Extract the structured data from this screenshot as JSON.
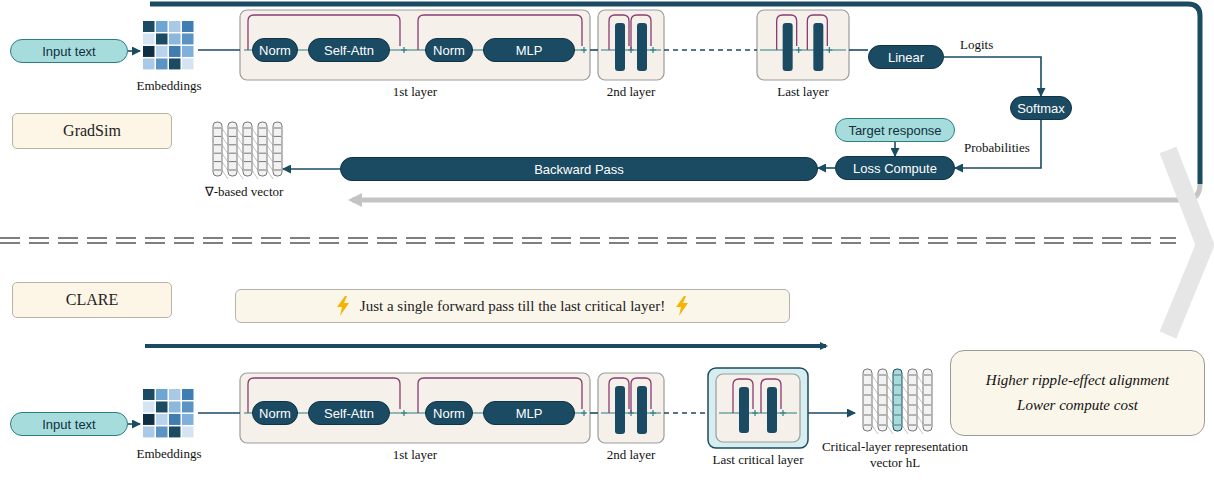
{
  "diagram": {
    "nodes": [
      {
        "text": [
          "Input text"
        ]
      },
      {
        "text": [
          "Embeddings"
        ]
      },
      {
        "text": [
          "1st layer"
        ]
      },
      {
        "text": [
          "Norm"
        ],
        "in": 2
      },
      {
        "text": [
          "Self-Attn"
        ],
        "in": 2
      },
      {
        "text": [
          "Norm"
        ],
        "in": 2
      },
      {
        "text": [
          "MLP"
        ],
        "in": 2
      },
      {
        "text": [
          "2nd layer"
        ]
      },
      {
        "text": [
          "Last layer"
        ]
      },
      {
        "text": [
          "Linear"
        ]
      },
      {
        "text": [
          "Softmax"
        ]
      },
      {
        "text": [
          "Target response"
        ]
      },
      {
        "text": [
          "Loss Compute"
        ]
      },
      {
        "text": [
          "Backward Pass"
        ]
      },
      {
        "text": [
          "GradSim"
        ]
      },
      {
        "text": [
          "∇-based vector"
        ]
      },
      {
        "text": [
          "CLARE"
        ]
      },
      {
        "text": [
          "Just a single forward pass till the last critical layer!"
        ]
      },
      {
        "text": [
          "Input text"
        ]
      },
      {
        "text": [
          "Embeddings"
        ]
      },
      {
        "text": [
          "1st layer"
        ]
      },
      {
        "text": [
          "Norm"
        ],
        "in": 20
      },
      {
        "text": [
          "Self-Attn"
        ],
        "in": 20
      },
      {
        "text": [
          "Norm"
        ],
        "in": 20
      },
      {
        "text": [
          "MLP"
        ],
        "in": 20
      },
      {
        "text": [
          "2nd layer"
        ]
      },
      {
        "text": [
          "Last critical layer"
        ]
      },
      {
        "text": [
          "Critical-layer representation vector hL"
        ]
      },
      {
        "text": [
          "Higher ripple-effect alignment",
          "Lower compute cost"
        ]
      }
    ],
    "edges": [
      {
        "from": 0,
        "to": 1,
        "arrow": "to"
      },
      {
        "from": 1,
        "to": 2,
        "arrow": "none"
      },
      {
        "from": 2,
        "to": 7,
        "arrow": "none"
      },
      {
        "from": 7,
        "to": 8,
        "arrow": "none"
      },
      {
        "from": 8,
        "to": 9,
        "arrow": "none"
      },
      {
        "from": 9,
        "to": 10,
        "label": "Logits",
        "arrow": "to"
      },
      {
        "from": 10,
        "to": 12,
        "label": "Probabilities",
        "arrow": "to"
      },
      {
        "from": 11,
        "to": 12,
        "arrow": "to"
      },
      {
        "from": 12,
        "to": 13,
        "arrow": "to"
      },
      {
        "from": 13,
        "to": 15,
        "arrow": "to"
      },
      {
        "from": 18,
        "to": 19,
        "arrow": "to"
      },
      {
        "from": 19,
        "to": 20,
        "arrow": "none"
      },
      {
        "from": 20,
        "to": 25,
        "arrow": "none"
      },
      {
        "from": 25,
        "to": 26,
        "arrow": "none"
      },
      {
        "from": 26,
        "to": 27,
        "arrow": "to"
      }
    ]
  }
}
